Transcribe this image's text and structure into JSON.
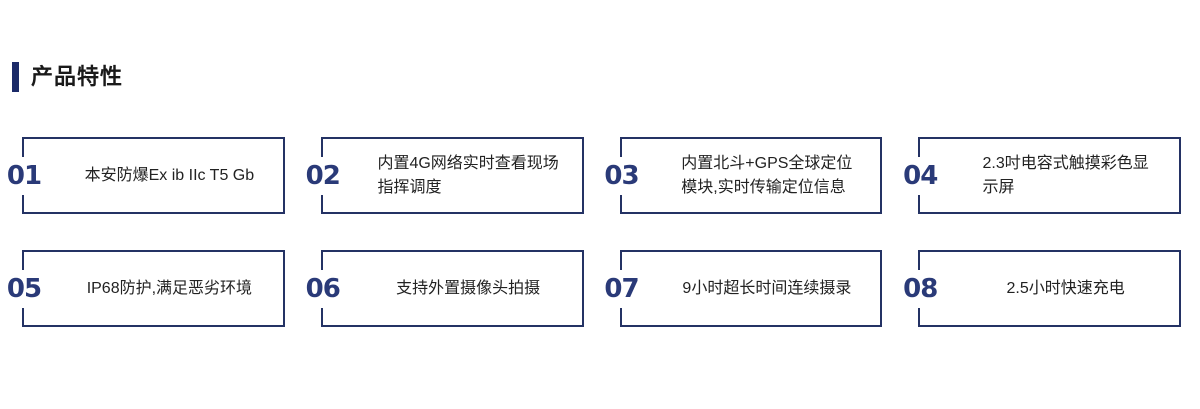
{
  "section": {
    "title": "产品特性"
  },
  "colors": {
    "accent_bar": "#1b2a68",
    "box_border": "#243264",
    "number_blue": "#2a3a78",
    "title_text": "#1a1a1a",
    "body_text": "#222222",
    "background": "#ffffff"
  },
  "features": [
    {
      "num": "01",
      "text": "本安防爆Ex ib IIc T5 Gb"
    },
    {
      "num": "02",
      "text": "内置4G网络实时查看现场\n指挥调度"
    },
    {
      "num": "03",
      "text": "内置北斗+GPS全球定位\n模块,实时传输定位信息"
    },
    {
      "num": "04",
      "text": "2.3吋电容式触摸彩色显\n示屏"
    },
    {
      "num": "05",
      "text": "IP68防护,满足恶劣环境"
    },
    {
      "num": "06",
      "text": "支持外置摄像头拍摄"
    },
    {
      "num": "07",
      "text": "9小时超长时间连续摄录"
    },
    {
      "num": "08",
      "text": "2.5小时快速充电"
    }
  ]
}
